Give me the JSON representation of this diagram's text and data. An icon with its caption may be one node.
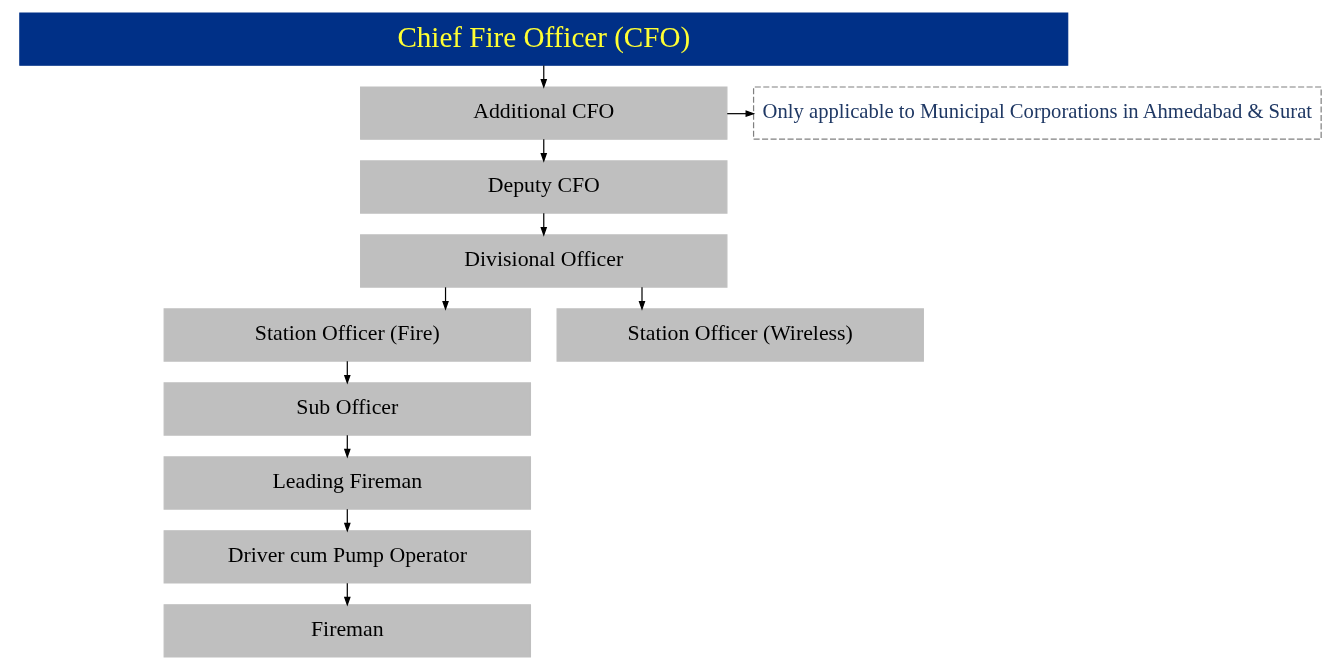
{
  "diagram": {
    "nodes": [
      {
        "text": [
          "Chief Fire Officer (CFO)"
        ]
      },
      {
        "text": [
          "Additional CFO"
        ]
      },
      {
        "text": [
          "Only applicable to Municipal Corporations in Ahmedabad & Surat"
        ]
      },
      {
        "text": [
          "Deputy CFO"
        ]
      },
      {
        "text": [
          "Divisional Officer"
        ]
      },
      {
        "text": [
          "Station Officer (Fire)"
        ]
      },
      {
        "text": [
          "Station Officer (Wireless)"
        ]
      },
      {
        "text": [
          "Sub Officer"
        ]
      },
      {
        "text": [
          "Leading Fireman"
        ]
      },
      {
        "text": [
          "Driver cum Pump Operator"
        ]
      },
      {
        "text": [
          "Fireman"
        ]
      }
    ],
    "edges": [
      {
        "from": 0,
        "to": 1,
        "arrow": "to"
      },
      {
        "from": 1,
        "to": 2,
        "arrow": "to"
      },
      {
        "from": 1,
        "to": 3,
        "arrow": "to"
      },
      {
        "from": 3,
        "to": 4,
        "arrow": "to"
      },
      {
        "from": 4,
        "to": 5,
        "arrow": "to"
      },
      {
        "from": 4,
        "to": 6,
        "arrow": "to"
      },
      {
        "from": 5,
        "to": 7,
        "arrow": "to"
      },
      {
        "from": 7,
        "to": 8,
        "arrow": "to"
      },
      {
        "from": 8,
        "to": 9,
        "arrow": "to"
      },
      {
        "from": 9,
        "to": 10,
        "arrow": "to"
      }
    ]
  }
}
